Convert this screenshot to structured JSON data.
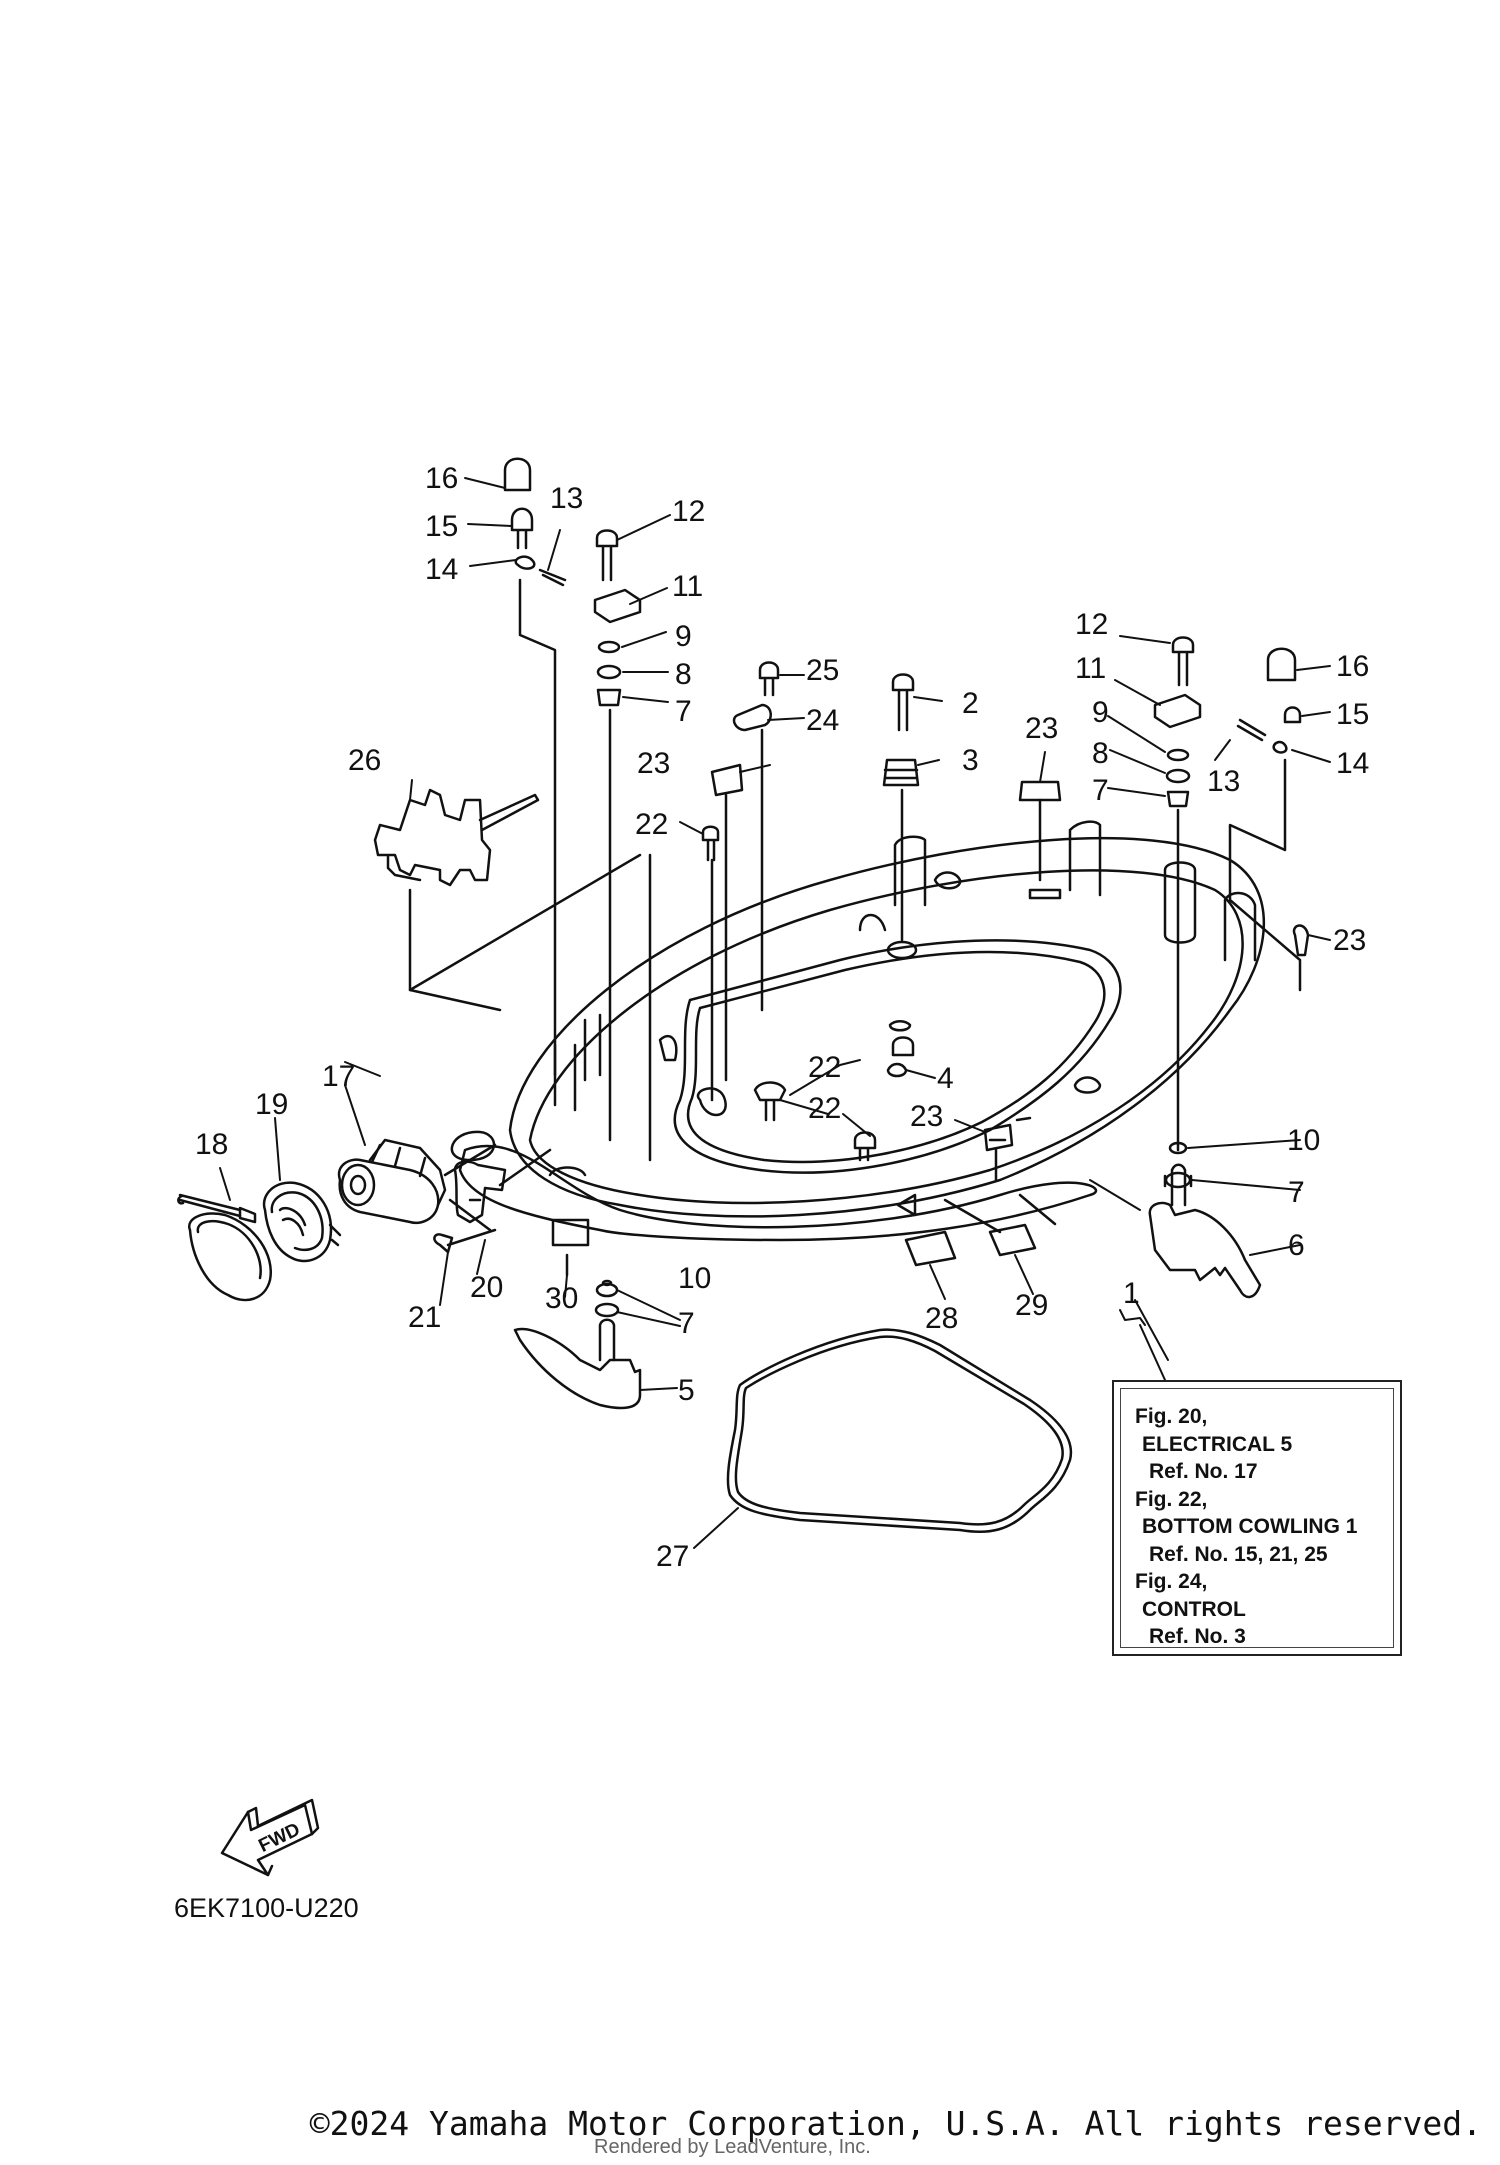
{
  "diagram": {
    "callouts": [
      "1",
      "2",
      "3",
      "4",
      "5",
      "6",
      "7",
      "7",
      "7",
      "7",
      "8",
      "8",
      "9",
      "9",
      "10",
      "10",
      "11",
      "11",
      "12",
      "12",
      "13",
      "13",
      "14",
      "14",
      "15",
      "15",
      "16",
      "16",
      "17",
      "18",
      "19",
      "20",
      "21",
      "22",
      "22",
      "22",
      "22",
      "23",
      "23",
      "23",
      "23",
      "24",
      "25",
      "26",
      "27",
      "28",
      "29",
      "30"
    ]
  },
  "reference_box": {
    "lines": [
      "Fig. 20,",
      "ELECTRICAL 5",
      "Ref. No. 17",
      "Fig. 22,",
      "BOTTOM COWLING 1",
      "Ref. No. 15, 21, 25",
      "Fig. 24,",
      "CONTROL",
      "Ref. No. 3"
    ]
  },
  "fwd_label": "FWD",
  "part_number": "6EK7100-U220",
  "copyright": "©2024 Yamaha Motor Corporation, U.S.A. All rights reserved.",
  "rendered_by": "Rendered by LeadVenture, Inc."
}
